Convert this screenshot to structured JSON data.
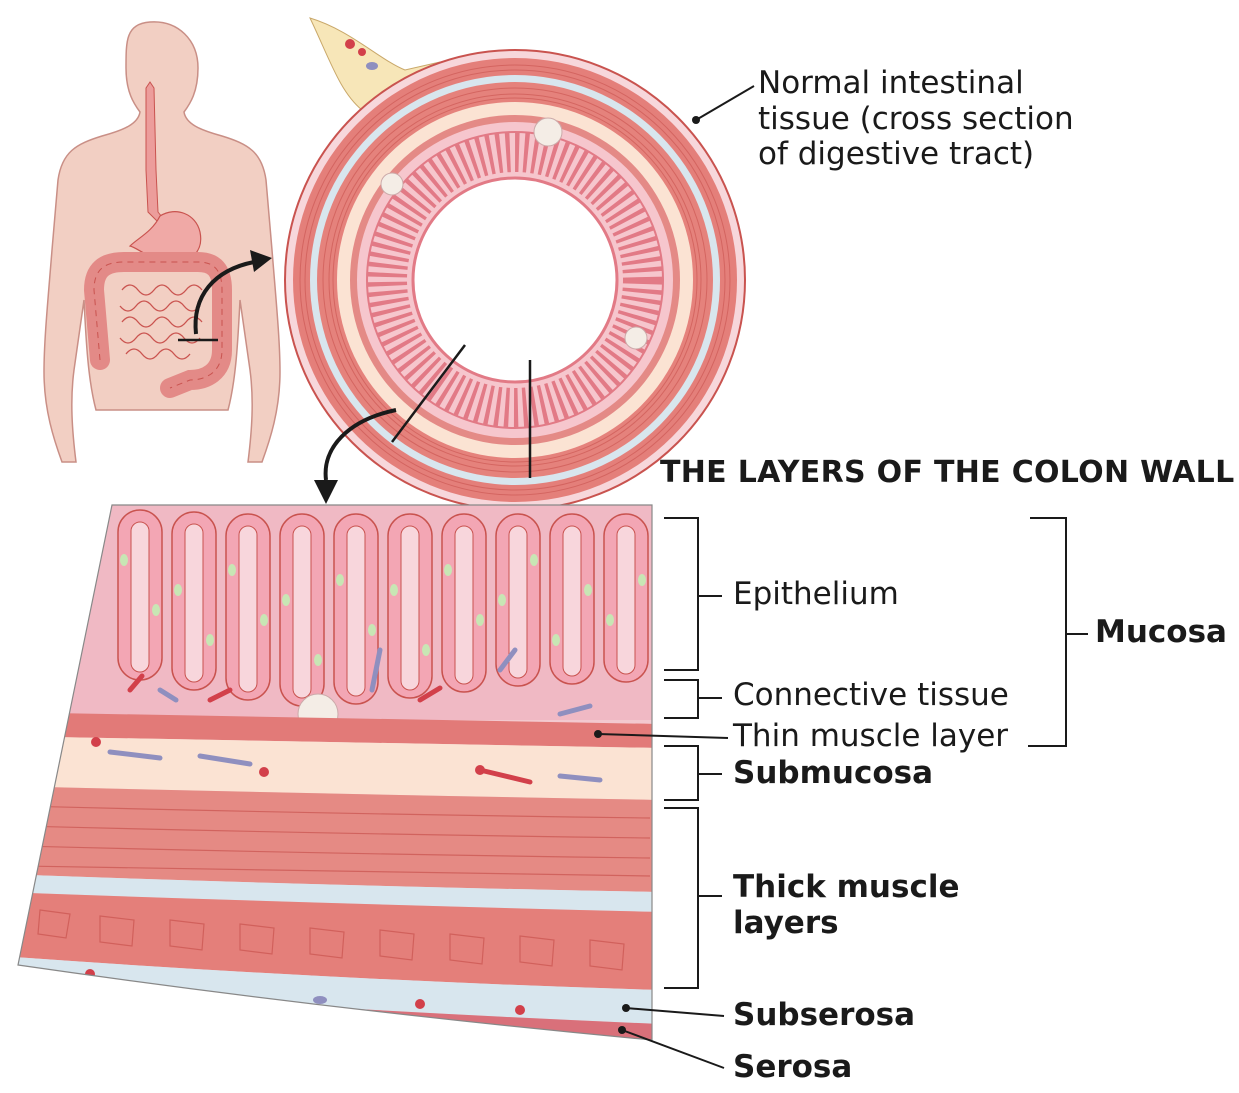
{
  "title": "THE LAYERS OF THE COLON WALL",
  "labels": {
    "normal_tissue": [
      "Normal intestinal",
      "tissue (cross section",
      "of digestive tract)"
    ],
    "epithelium": "Epithelium",
    "connective_tissue": "Connective tissue",
    "thin_muscle": "Thin muscle layer",
    "mucosa": "Mucosa",
    "submucosa": "Submucosa",
    "thick_muscle": [
      "Thick muscle",
      "layers"
    ],
    "subserosa": "Subserosa",
    "serosa": "Serosa"
  },
  "colors": {
    "body_skin": "#f2cfc3",
    "digestive": "#f0a9a6",
    "muscle": "#e47f7a",
    "muscle_dark": "#c9534f",
    "mucosa_pink": "#f6c6cd",
    "submucosa_cream": "#fbe3d3",
    "serosa_blue": "#d8e6ee",
    "goblet_green": "#c8e6b4",
    "vein_purple": "#8f8fbf",
    "artery_red": "#d2404a",
    "line": "#1a1a1a"
  }
}
